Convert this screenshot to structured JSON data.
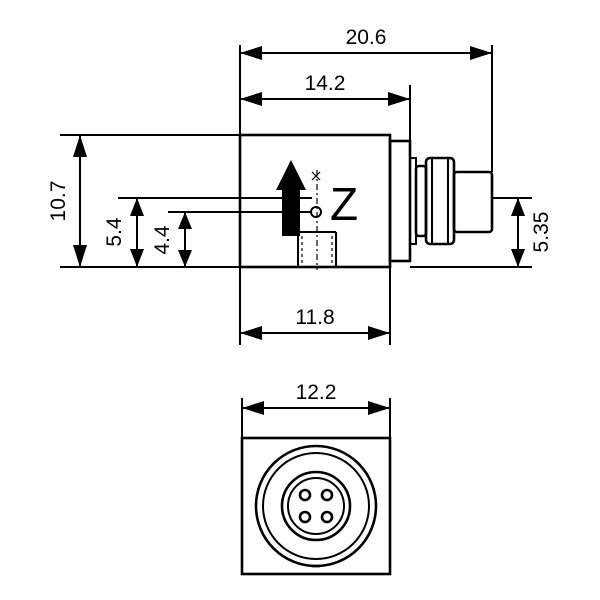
{
  "dimensions": {
    "overall_length": "20.6",
    "body_to_flange": "14.2",
    "body_height": "10.7",
    "axis_height": "5.4",
    "mount_height": "4.4",
    "connector_height": "5.35",
    "body_width": "11.8",
    "bottom_width": "12.2"
  },
  "axis_label": "Z"
}
